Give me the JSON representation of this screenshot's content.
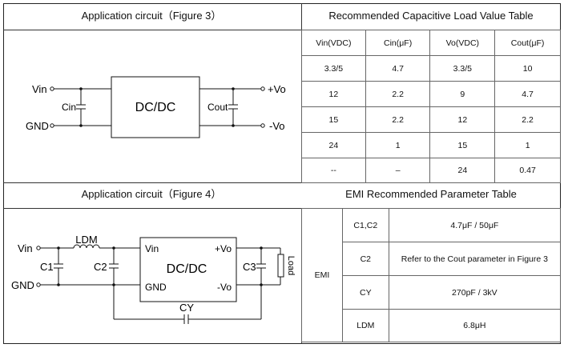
{
  "section1": {
    "left_header": "Application circuit（Figure 3）",
    "right_header": "Recommended Capacitive Load Value Table",
    "circuit": {
      "vin": "Vin",
      "gnd": "GND",
      "cin": "Cin",
      "block": "DC/DC",
      "cout": "Cout",
      "plus_vo": "+Vo",
      "minus_vo": "-Vo"
    },
    "table": {
      "headers": [
        "Vin(VDC)",
        "Cin(μF)",
        "Vo(VDC)",
        "Cout(μF)"
      ],
      "rows": [
        [
          "3.3/5",
          "4.7",
          "3.3/5",
          "10"
        ],
        [
          "12",
          "2.2",
          "9",
          "4.7"
        ],
        [
          "15",
          "2.2",
          "12",
          "2.2"
        ],
        [
          "24",
          "1",
          "15",
          "1"
        ],
        [
          "--",
          "–",
          "24",
          "0.47"
        ]
      ]
    }
  },
  "section2": {
    "left_header": "Application circuit（Figure 4）",
    "right_header": "EMI Recommended Parameter Table",
    "circuit": {
      "vin_out": "Vin",
      "gnd_out": "GND",
      "ldm": "LDM",
      "c1": "C1",
      "c2": "C2",
      "block": "DC/DC",
      "vin_in": "Vin",
      "gnd_in": "GND",
      "plus_vo": "+Vo",
      "minus_vo": "-Vo",
      "c3": "C3",
      "load": "Load",
      "cy": "CY"
    },
    "table": {
      "group": "EMI",
      "rows": [
        [
          "C1,C2",
          "4.7μF / 50μF"
        ],
        [
          "C2",
          "Refer to the Cout parameter in Figure 3"
        ],
        [
          "CY",
          "270pF / 3kV"
        ],
        [
          "LDM",
          "6.8μH"
        ]
      ]
    }
  }
}
